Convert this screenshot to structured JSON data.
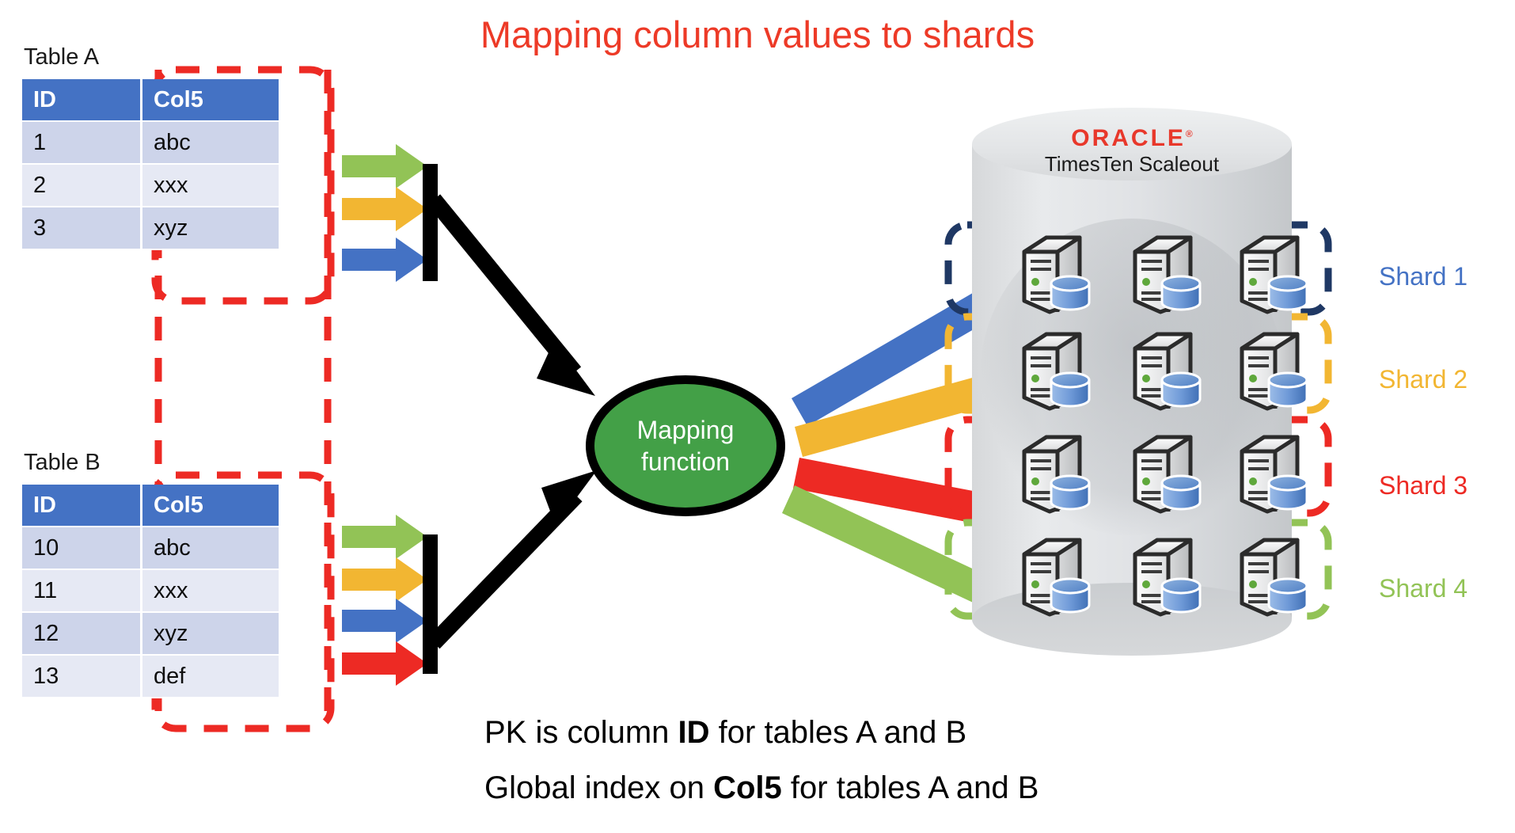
{
  "title": "Mapping column values to shards",
  "title_color": "#ED3A27",
  "tables": [
    {
      "caption": "Table A",
      "columns": [
        "ID",
        "Col5"
      ],
      "rows": [
        [
          "1",
          "abc"
        ],
        [
          "2",
          "xxx"
        ],
        [
          "3",
          "xyz"
        ]
      ]
    },
    {
      "caption": "Table B",
      "columns": [
        "ID",
        "Col5"
      ],
      "rows": [
        [
          "10",
          "abc"
        ],
        [
          "11",
          "xxx"
        ],
        [
          "12",
          "xyz"
        ],
        [
          "13",
          "def"
        ]
      ]
    }
  ],
  "mapping_function": {
    "line1": "Mapping",
    "line2": "function",
    "fill": "#43A047"
  },
  "database": {
    "brand": "ORACLE",
    "registered_mark": "®",
    "product": "TimesTen Scaleout",
    "brand_color": "#E8382B"
  },
  "shards": [
    {
      "label": "Shard 1",
      "color": "#4472C4",
      "box_color": "#1F3864"
    },
    {
      "label": "Shard 2",
      "color": "#F2B632",
      "box_color": "#F2B632"
    },
    {
      "label": "Shard 3",
      "color": "#ED2A24",
      "box_color": "#ED2A24"
    },
    {
      "label": "Shard 4",
      "color": "#92C356",
      "box_color": "#92C356"
    }
  ],
  "value_arrow_colors": {
    "abc": "#92C356",
    "xxx": "#F2B632",
    "xyz": "#4472C4",
    "def": "#ED2A24"
  },
  "notes": [
    {
      "prefix": "PK is column ",
      "bold": "ID",
      "suffix": " for tables A and B"
    },
    {
      "prefix": "Global index on ",
      "bold": "Col5",
      "suffix": " for tables A and B"
    }
  ],
  "highlight_box_color": "#ED2A24"
}
